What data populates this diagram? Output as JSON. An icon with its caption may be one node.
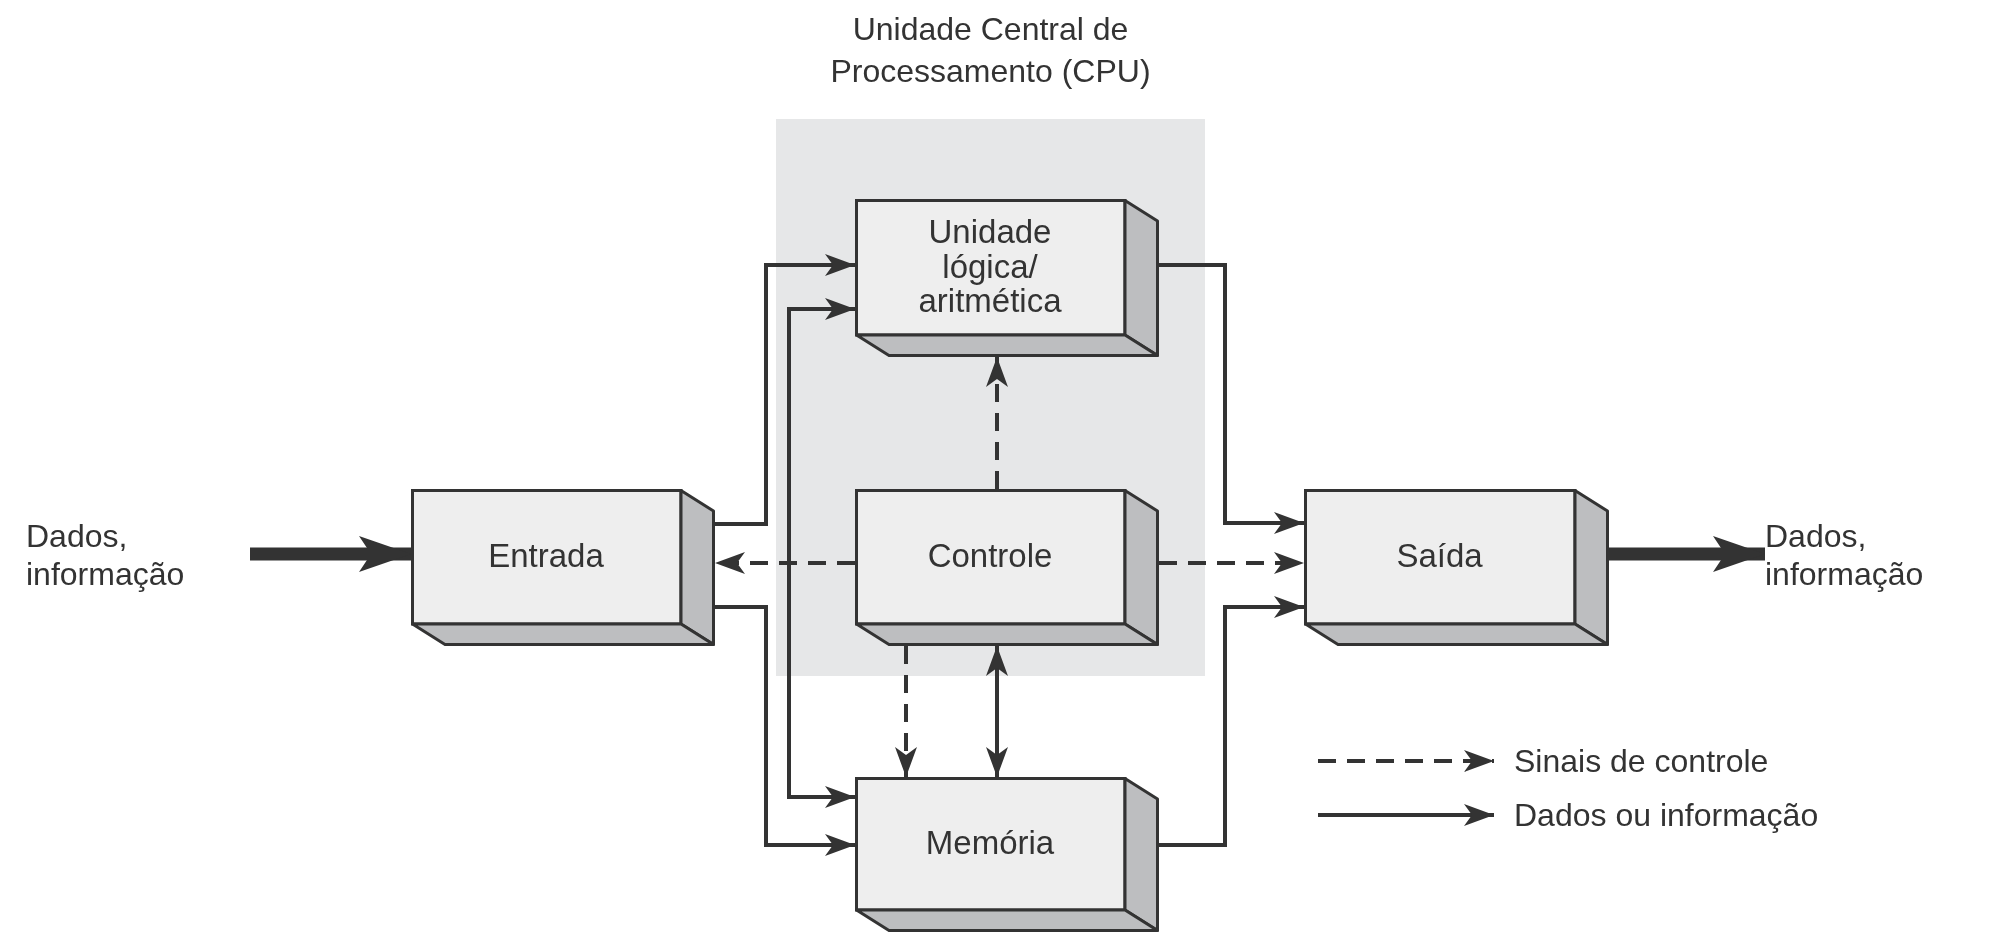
{
  "diagram": {
    "nodes": [
      {
        "text": [
          "Dados, informação"
        ]
      },
      {
        "text": [
          "Entrada"
        ]
      },
      {
        "text": [
          "Unidade Central de Processamento (CPU)"
        ]
      },
      {
        "text": [
          "Unidade lógica/ aritmética"
        ],
        "in": 2
      },
      {
        "text": [
          "Controle"
        ],
        "in": 2
      },
      {
        "text": [
          "Memória"
        ]
      },
      {
        "text": [
          "Saída"
        ]
      },
      {
        "text": [
          "Dados, informação"
        ]
      }
    ],
    "edges": [
      {
        "from": 0,
        "to": 1,
        "arrow": "to",
        "style": "thick"
      },
      {
        "from": 1,
        "to": 3,
        "arrow": "to"
      },
      {
        "from": 1,
        "to": 5,
        "arrow": "to"
      },
      {
        "from": 5,
        "to": 3,
        "arrow": "both"
      },
      {
        "from": 4,
        "to": 1,
        "arrow": "to",
        "style": "dashed"
      },
      {
        "from": 4,
        "to": 3,
        "arrow": "to",
        "style": "dashed"
      },
      {
        "from": 4,
        "to": 6,
        "arrow": "to",
        "style": "dashed"
      },
      {
        "from": 4,
        "to": 5,
        "arrow": "to",
        "style": "dashed"
      },
      {
        "from": 4,
        "to": 5,
        "arrow": "both"
      },
      {
        "from": 3,
        "to": 6,
        "arrow": "to"
      },
      {
        "from": 5,
        "to": 6,
        "arrow": "to"
      },
      {
        "from": 6,
        "to": 7,
        "arrow": "to",
        "style": "thick"
      }
    ],
    "legend": [
      {
        "text": "Sinais de controle"
      },
      {
        "text": "Dados ou informação"
      }
    ]
  }
}
